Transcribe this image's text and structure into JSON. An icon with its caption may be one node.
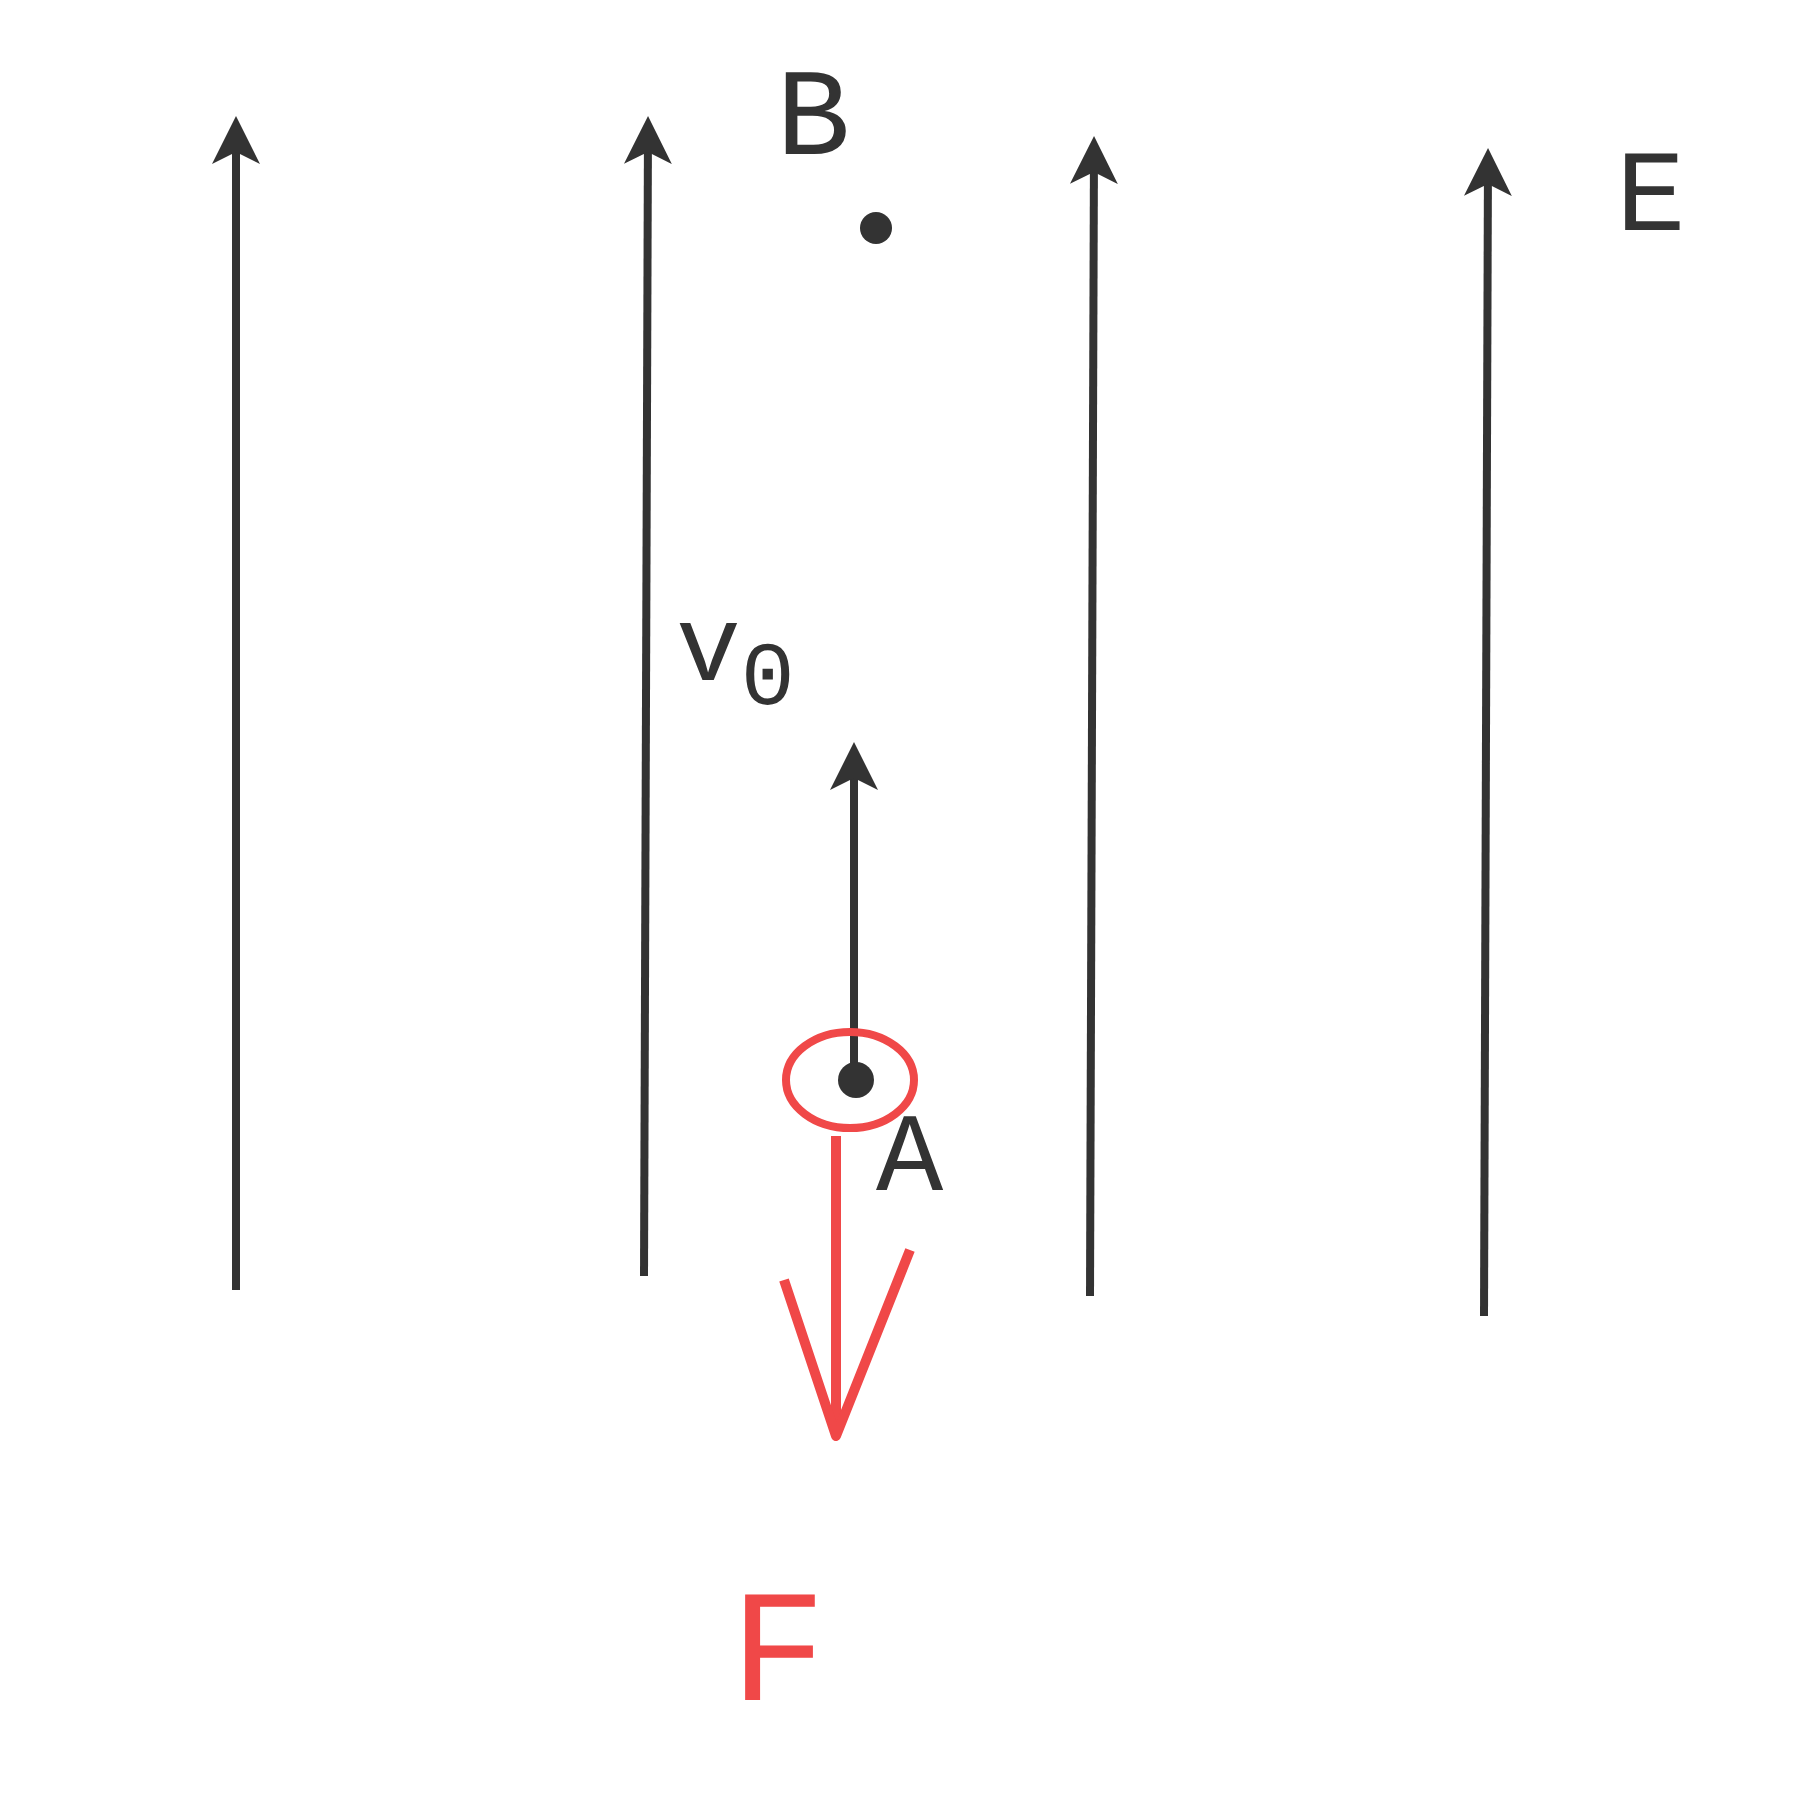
{
  "diagram": {
    "labels": [
      "B",
      "E",
      "v$_{0}$",
      "A",
      "F"
    ]
  }
}
